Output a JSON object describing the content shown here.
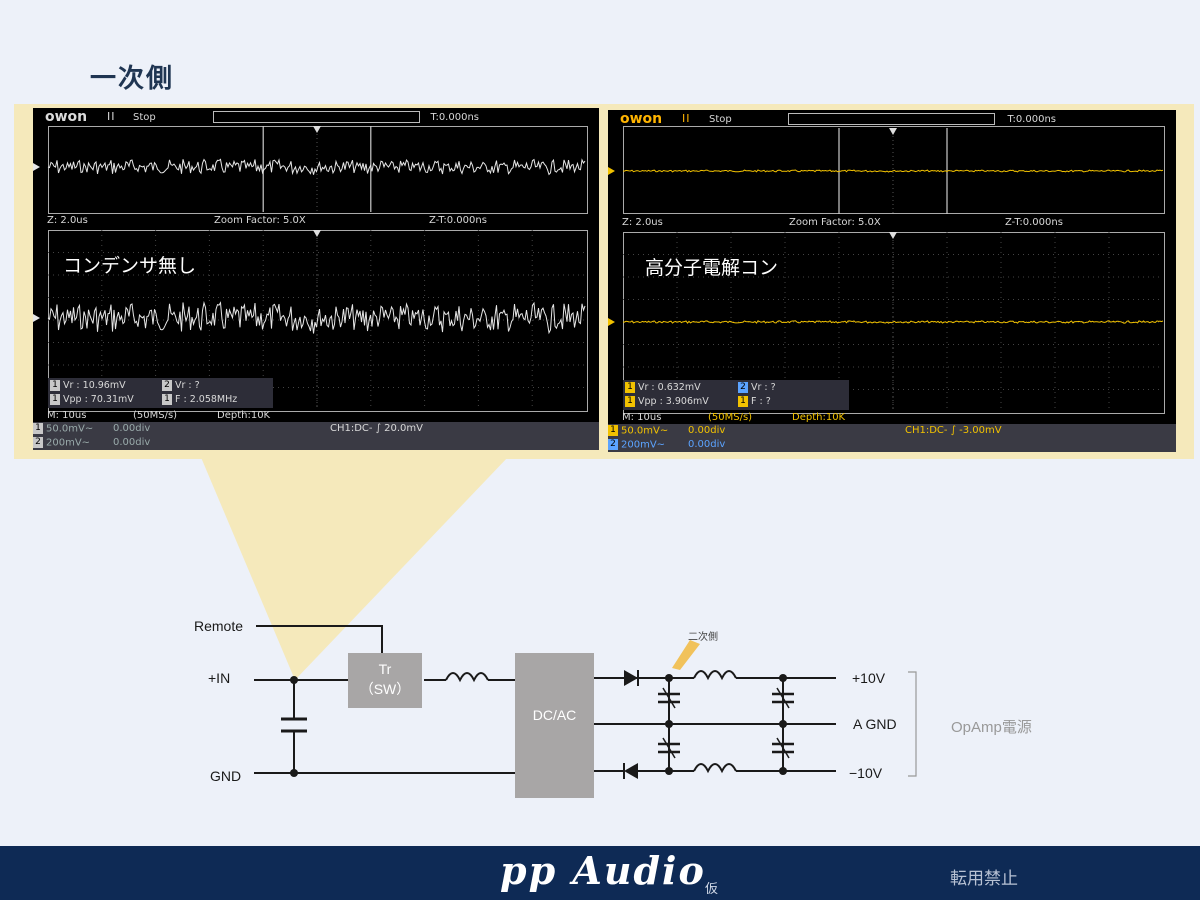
{
  "page": {
    "title": "一次側"
  },
  "scope_left": {
    "brand": "owon",
    "pause": "II",
    "state": "Stop",
    "trigger_time": "T:0.000ns",
    "zoom_row": {
      "z": "Z: 2.0us",
      "factor": "Zoom Factor: 5.0X",
      "zt": "Z-T:0.000ns"
    },
    "label": "コンデンサ無し",
    "meas": {
      "r1a_ch": "1",
      "r1a": "Vr : 10.96mV",
      "r1b_ch": "2",
      "r1b": "Vr :     ?",
      "r2a_ch": "1",
      "r2a": "Vpp : 70.31mV",
      "r2b_ch": "1",
      "r2b": "F : 2.058MHz"
    },
    "status": {
      "m": "M: 10us",
      "rate": "(50MS/s)",
      "depth": "Depth:10K"
    },
    "ch1": {
      "num": "1",
      "scale": "50.0mV~",
      "pos": "0.00div"
    },
    "ch2": {
      "num": "2",
      "scale": "200mV~",
      "pos": "0.00div"
    },
    "trigger_info": "CH1:DC-",
    "trigger_level": "20.0mV",
    "colors": {
      "brand": "#dcdcdc",
      "trace": "#e6e6e6",
      "chip": "#c8c8c8"
    }
  },
  "scope_right": {
    "brand": "owon",
    "pause": "II",
    "state": "Stop",
    "trigger_time": "T:0.000ns",
    "zoom_row": {
      "z": "Z: 2.0us",
      "factor": "Zoom Factor: 5.0X",
      "zt": "Z-T:0.000ns"
    },
    "label": "高分子電解コン",
    "meas": {
      "r1a_ch": "1",
      "r1a": "Vr : 0.632mV",
      "r1b_ch": "2",
      "r1b": "Vr :     ?",
      "r2a_ch": "1",
      "r2a": "Vpp : 3.906mV",
      "r2b_ch": "1",
      "r2b": "F :     ?"
    },
    "status": {
      "m": "M: 10us",
      "rate": "(50MS/s)",
      "depth": "Depth:10K"
    },
    "ch1": {
      "num": "1",
      "scale": "50.0mV~",
      "pos": "0.00div"
    },
    "ch2": {
      "num": "2",
      "scale": "200mV~",
      "pos": "0.00div"
    },
    "trigger_info": "CH1:DC-",
    "trigger_level": "-3.00mV",
    "colors": {
      "brand": "#ffb400",
      "trace": "#f2c200",
      "chip": "#f2c200",
      "ch2": "#5ba3ff"
    }
  },
  "circuit": {
    "remote": "Remote",
    "in_pos": "+IN",
    "gnd": "GND",
    "switch_top": "Tr",
    "switch_bottom": "（SW）",
    "converter": "DC/AC",
    "secondary_note": "二次側",
    "out_pos": "+10V",
    "out_gnd": "A GND",
    "out_neg": "−10V",
    "rail_group": "OpAmp電源",
    "colors": {
      "block": "#a8a6a6",
      "callout": "#f5e9bb",
      "wire": "#1a1a1a"
    }
  },
  "footer": {
    "brand": "pp  Audio",
    "brand_suffix": "仮",
    "notice": "転用禁止"
  }
}
